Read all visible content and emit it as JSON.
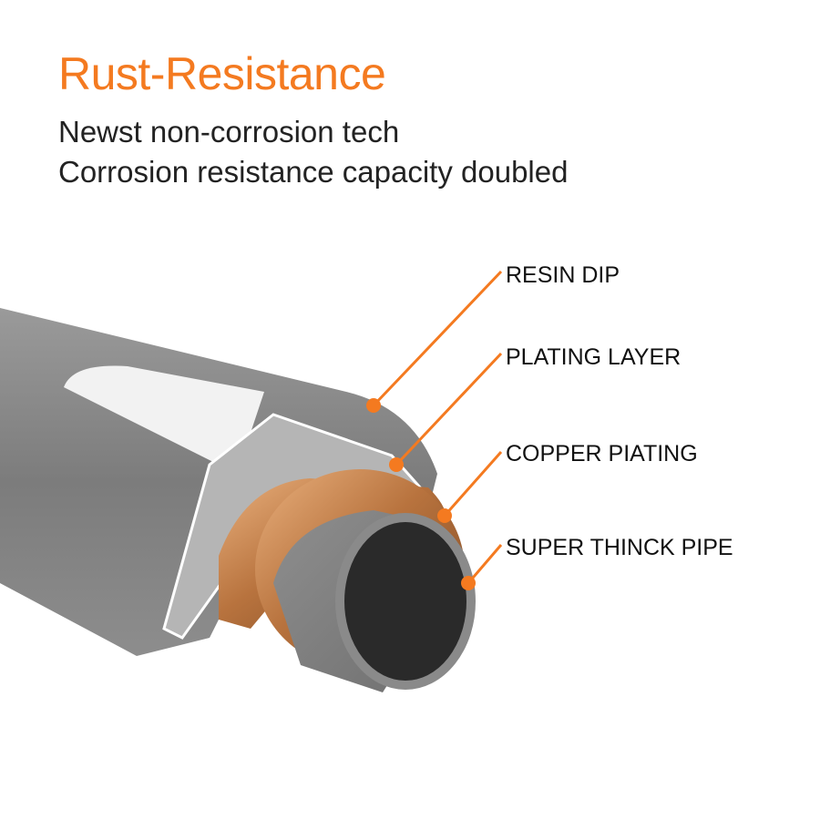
{
  "header": {
    "title": "Rust-Resistance",
    "subtitle_lines": [
      "Newst non-corrosion tech",
      "Corrosion resistance capacity doubled"
    ]
  },
  "layers": [
    {
      "label": "RESIN DIP"
    },
    {
      "label": "PLATING LAYER"
    },
    {
      "label": "COPPER PIATING"
    },
    {
      "label": "SUPER THINCK PIPE"
    }
  ],
  "colors": {
    "accent": "#f47a20",
    "text": "#222222",
    "pipe": "#8a8a8a",
    "copper": "#c8804a"
  }
}
